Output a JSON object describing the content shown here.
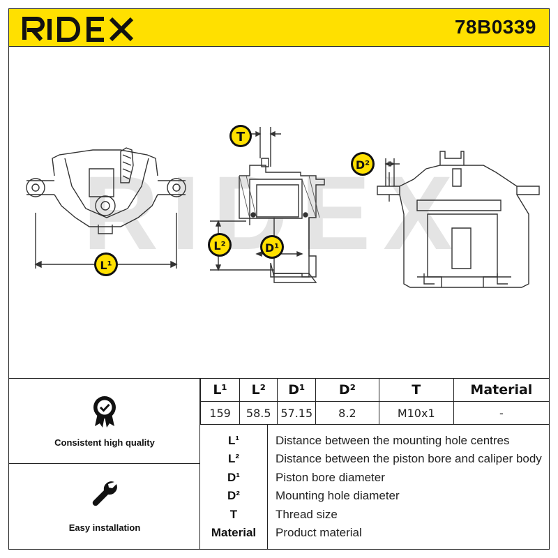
{
  "header": {
    "brand": "RIDEX",
    "part_number": "78B0339",
    "background_color": "#ffe000"
  },
  "drawing": {
    "watermark": "RIDEX",
    "callouts": {
      "t": "T",
      "d2": "D²",
      "l2": "L²",
      "d1": "D¹",
      "l1": "L¹"
    }
  },
  "features": [
    {
      "icon": "quality-badge-icon",
      "label": "Consistent high quality"
    },
    {
      "icon": "wrench-icon",
      "label": "Easy installation"
    }
  ],
  "specs": {
    "headers": [
      "L¹",
      "L²",
      "D¹",
      "D²",
      "T",
      "Material"
    ],
    "values": [
      "159",
      "58.5",
      "57.15",
      "8.2",
      "M10x1",
      "-"
    ]
  },
  "legend": [
    {
      "symbol": "L¹",
      "text": "Distance between the mounting hole centres"
    },
    {
      "symbol": "L²",
      "text": "Distance between the piston bore and caliper body"
    },
    {
      "symbol": "D¹",
      "text": "Piston bore diameter"
    },
    {
      "symbol": "D²",
      "text": "Mounting hole diameter"
    },
    {
      "symbol": "T",
      "text": "Thread size"
    },
    {
      "symbol": "Material",
      "text": "Product material"
    }
  ]
}
